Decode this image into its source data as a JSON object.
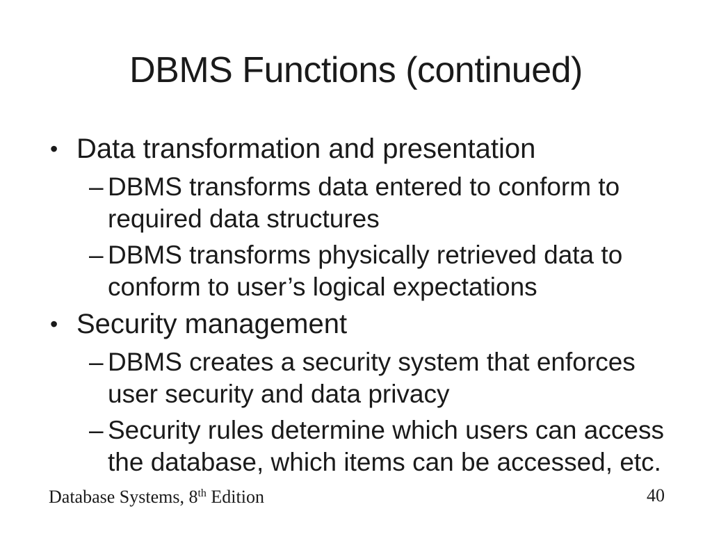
{
  "slide": {
    "title": "DBMS Functions (continued)",
    "bullet_char": "•",
    "dash_char": "–",
    "bullets": [
      {
        "label": "Data transformation and presentation",
        "subs": [
          "DBMS transforms data entered to conform to\nrequired data structures",
          "DBMS transforms physically retrieved data to\nconform to user’s logical expectations"
        ]
      },
      {
        "label": "Security management",
        "subs": [
          "DBMS creates a security system that enforces\nuser security and data privacy",
          "Security rules determine which users can access\nthe database, which items can be accessed, etc."
        ]
      }
    ],
    "footer": {
      "prefix": "Database Systems, 8",
      "sup": "th",
      "suffix": " Edition"
    },
    "page_number": "40",
    "colors": {
      "text": "#1a1a1a",
      "background": "#ffffff"
    }
  }
}
